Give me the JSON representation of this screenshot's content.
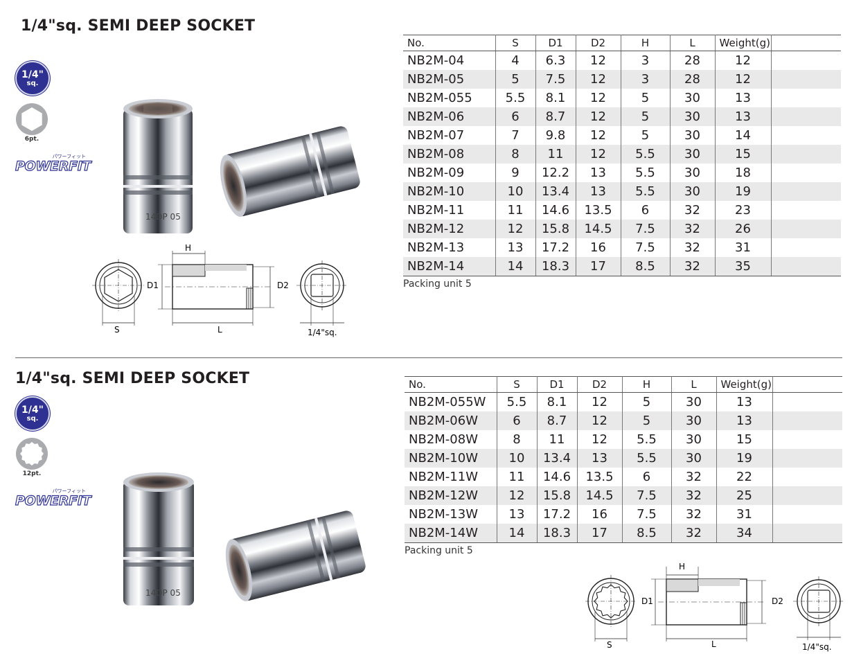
{
  "sections": [
    {
      "title": "1/4\"sq. SEMI DEEP SOCKET",
      "badge": {
        "top": "1/4\"",
        "bottom": "sq."
      },
      "point_icon": {
        "icon": "hexagon-6pt-icon",
        "label": "6pt."
      },
      "logo": {
        "text": "POWERFIT",
        "jp": "パワーフィット"
      },
      "drawing_labels": {
        "h": "H",
        "d1": "D1",
        "d2": "D2",
        "s": "S",
        "l": "L",
        "sq": "1/4\"sq."
      },
      "stamp": "14DP 05",
      "columns": [
        "No.",
        "S",
        "D1",
        "D2",
        "H",
        "L",
        "Weight(g)",
        ""
      ],
      "rows": [
        [
          "NB2M-04",
          "4",
          "6.3",
          "12",
          "3",
          "28",
          "12"
        ],
        [
          "NB2M-05",
          "5",
          "7.5",
          "12",
          "3",
          "28",
          "12"
        ],
        [
          "NB2M-055",
          "5.5",
          "8.1",
          "12",
          "5",
          "30",
          "13"
        ],
        [
          "NB2M-06",
          "6",
          "8.7",
          "12",
          "5",
          "30",
          "13"
        ],
        [
          "NB2M-07",
          "7",
          "9.8",
          "12",
          "5",
          "30",
          "14"
        ],
        [
          "NB2M-08",
          "8",
          "11",
          "12",
          "5.5",
          "30",
          "15"
        ],
        [
          "NB2M-09",
          "9",
          "12.2",
          "13",
          "5.5",
          "30",
          "18"
        ],
        [
          "NB2M-10",
          "10",
          "13.4",
          "13",
          "5.5",
          "30",
          "19"
        ],
        [
          "NB2M-11",
          "11",
          "14.6",
          "13.5",
          "6",
          "32",
          "23"
        ],
        [
          "NB2M-12",
          "12",
          "15.8",
          "14.5",
          "7.5",
          "32",
          "26"
        ],
        [
          "NB2M-13",
          "13",
          "17.2",
          "16",
          "7.5",
          "32",
          "31"
        ],
        [
          "NB2M-14",
          "14",
          "18.3",
          "17",
          "8.5",
          "32",
          "35"
        ]
      ],
      "packing": "Packing unit 5"
    },
    {
      "title": "1/4\"sq. SEMI DEEP SOCKET",
      "badge": {
        "top": "1/4\"",
        "bottom": "sq."
      },
      "point_icon": {
        "icon": "dodecagon-12pt-icon",
        "label": "12pt."
      },
      "logo": {
        "text": "POWERFIT",
        "jp": "パワーフィット"
      },
      "drawing_labels": {
        "h": "H",
        "d1": "D1",
        "d2": "D2",
        "s": "S",
        "l": "L",
        "sq": "1/4\"sq."
      },
      "stamp": "14DP 05",
      "columns": [
        "No.",
        "S",
        "D1",
        "D2",
        "H",
        "L",
        "Weight(g)",
        ""
      ],
      "rows": [
        [
          "NB2M-055W",
          "5.5",
          "8.1",
          "12",
          "5",
          "30",
          "13"
        ],
        [
          "NB2M-06W",
          "6",
          "8.7",
          "12",
          "5",
          "30",
          "13"
        ],
        [
          "NB2M-08W",
          "8",
          "11",
          "12",
          "5.5",
          "30",
          "15"
        ],
        [
          "NB2M-10W",
          "10",
          "13.4",
          "13",
          "5.5",
          "30",
          "19"
        ],
        [
          "NB2M-11W",
          "11",
          "14.6",
          "13.5",
          "6",
          "32",
          "22"
        ],
        [
          "NB2M-12W",
          "12",
          "15.8",
          "14.5",
          "7.5",
          "32",
          "25"
        ],
        [
          "NB2M-13W",
          "13",
          "17.2",
          "16",
          "7.5",
          "32",
          "31"
        ],
        [
          "NB2M-14W",
          "14",
          "18.3",
          "17",
          "8.5",
          "32",
          "34"
        ]
      ],
      "packing": "Packing unit 5"
    }
  ],
  "colors": {
    "brand_blue": "#2e3192",
    "row_stripe": "#e9e9ea",
    "text": "#231f20"
  }
}
